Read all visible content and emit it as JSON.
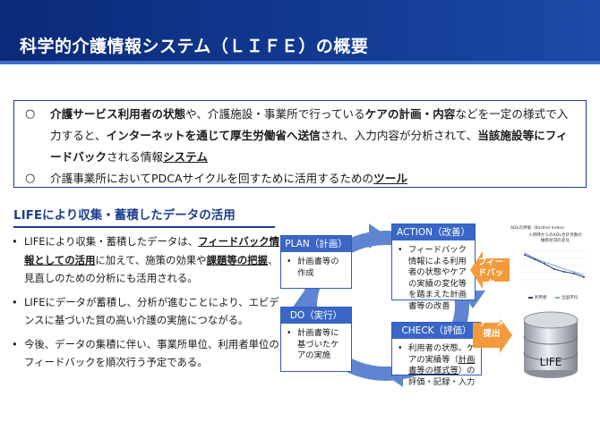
{
  "header": {
    "title": "科学的介護情報システム（ＬＩＦＥ）の概要"
  },
  "summary": {
    "rows": [
      [
        {
          "t": "介護サービス利用者の状態",
          "b": true
        },
        {
          "t": "や、介護施設・事業所で行っている"
        },
        {
          "t": "ケアの計画・内容",
          "b": true
        },
        {
          "t": "などを一定の様式で入力すると、"
        },
        {
          "t": "インターネットを通じて厚生労働省へ送信",
          "b": true
        },
        {
          "t": "され、入力内容が分析されて、"
        },
        {
          "t": "当該施設等にフィードバック",
          "b": true
        },
        {
          "t": "される情報"
        },
        {
          "t": "システム",
          "b": true,
          "u": true
        }
      ],
      [
        {
          "t": "介護事業所においてPDCAサイクルを回すために活用するための"
        },
        {
          "t": "ツール",
          "b": true,
          "u": true
        }
      ]
    ],
    "bullet": "○"
  },
  "section": {
    "heading": "LIFEにより収集・蓄積したデータの活用",
    "items": [
      [
        {
          "t": "LIFEにより収集・蓄積したデータは、"
        },
        {
          "t": "フィードバック情報としての活用",
          "b": true,
          "u": true
        },
        {
          "t": "に加えて、施策の効果や"
        },
        {
          "t": "課題等の把握",
          "b": true,
          "u": true
        },
        {
          "t": "、見直しのための分析にも活用される。"
        }
      ],
      [
        {
          "t": "LIFEにデータが蓄積し、分析が進むことにより、エビデンスに基づいた質の高い介護の実施につながる。"
        }
      ],
      [
        {
          "t": "今後、データの集積に伴い、事業所単位、利用者単位のフィードバックを順次行う予定である。"
        }
      ]
    ],
    "bullet": "•"
  },
  "cycle": {
    "plan": {
      "head": "PLAN（計画）",
      "body": "計画書等の作成"
    },
    "do": {
      "head": "DO（実行）",
      "body": "計画書等に基づいたケアの実施"
    },
    "action": {
      "head": "ACTION（改善）",
      "body": "フィードバック情報による利用者の状態やケアの実績の変化等を踏まえた計画書等の改善"
    },
    "check": {
      "head": "CHECK（評価）",
      "body_pre": "利用者の状態、ケアの実績等（",
      "body_u": "計画書等の様式等",
      "body_post": "）の評価・記録・入力"
    },
    "bullet": "•"
  },
  "feedback_label": "フィードバック",
  "data_label": "データ提出",
  "mini_chart": {
    "title": "ADLの評価（Barthel Index）",
    "subtitle": "入所時からのADL合計点数の推移状況の変化",
    "legend": [
      "利用者",
      "全国平均"
    ],
    "colors": {
      "user": "#2f3f7a",
      "national": "#7aa6d8"
    }
  },
  "database": {
    "label": "LIFE"
  },
  "colors": {
    "brand": "#123a92",
    "cycle": "#5f84d2",
    "stage_head": "#3a67c6",
    "orange": "#f39b3c"
  }
}
